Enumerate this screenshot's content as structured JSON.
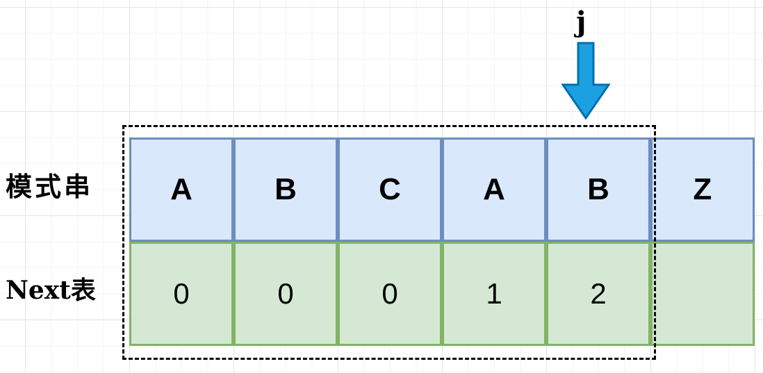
{
  "pointer": {
    "label": "j",
    "color": "#1ba1e2",
    "target_index": 4
  },
  "rows": {
    "pattern_label": "模式串",
    "next_label": "Next表"
  },
  "pattern": [
    "A",
    "B",
    "C",
    "A",
    "B",
    "Z"
  ],
  "next_table": [
    "0",
    "0",
    "0",
    "1",
    "2",
    ""
  ],
  "window": {
    "start_index": 0,
    "end_index": 4
  },
  "colors": {
    "pattern_fill": "#dae8fc",
    "pattern_border": "#6c8ebf",
    "next_fill": "#d5e8d4",
    "next_border": "#82b366"
  }
}
